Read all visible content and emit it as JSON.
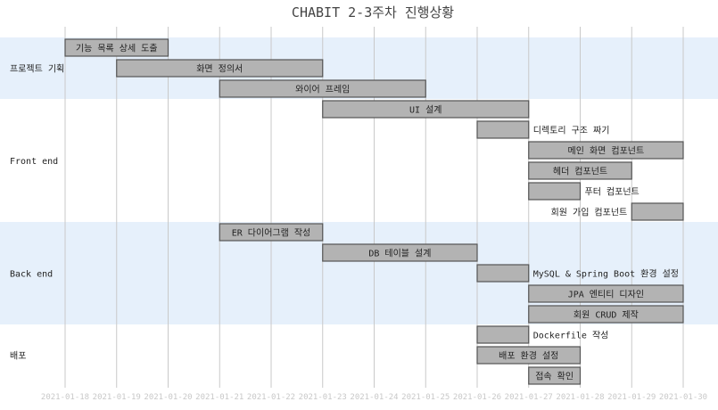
{
  "chart_data": {
    "type": "gantt",
    "title": "CHABIT 2-3주차 진행상황",
    "x_ticks": [
      "2021-01-18",
      "2021-01-19",
      "2021-01-20",
      "2021-01-21",
      "2021-01-22",
      "2021-01-23",
      "2021-01-24",
      "2021-01-25",
      "2021-01-26",
      "2021-01-27",
      "2021-01-28",
      "2021-01-29",
      "2021-01-30"
    ],
    "xlim": [
      "2021-01-18",
      "2021-01-30"
    ],
    "grid": true,
    "colors": {
      "bar_fill": "#b3b3b3",
      "bar_stroke": "#555555",
      "band_fill": "#e6f0fb",
      "grid": "#c9c9c9"
    },
    "sections": [
      {
        "name": "프로젝트 기획",
        "shaded": true,
        "tasks": [
          {
            "label": "기능 목록 상세 도출",
            "start": "2021-01-18",
            "end": "2021-01-20",
            "label_pos": "inside"
          },
          {
            "label": "화면 정의서",
            "start": "2021-01-19",
            "end": "2021-01-23",
            "label_pos": "inside"
          },
          {
            "label": "와이어 프레임",
            "start": "2021-01-21",
            "end": "2021-01-25",
            "label_pos": "inside"
          }
        ]
      },
      {
        "name": "Front end",
        "shaded": false,
        "tasks": [
          {
            "label": "UI 설계",
            "start": "2021-01-23",
            "end": "2021-01-27",
            "label_pos": "inside"
          },
          {
            "label": "디렉토리 구조 짜기",
            "start": "2021-01-26",
            "end": "2021-01-27",
            "label_pos": "right"
          },
          {
            "label": "메인 화면 컴포넌트",
            "start": "2021-01-27",
            "end": "2021-01-30",
            "label_pos": "inside"
          },
          {
            "label": "헤더 컴포넌트",
            "start": "2021-01-27",
            "end": "2021-01-29",
            "label_pos": "inside"
          },
          {
            "label": "푸터 컴포넌트",
            "start": "2021-01-27",
            "end": "2021-01-28",
            "label_pos": "right"
          },
          {
            "label": "회원 가입 컴포넌트",
            "start": "2021-01-29",
            "end": "2021-01-30",
            "label_pos": "left"
          }
        ]
      },
      {
        "name": "Back end",
        "shaded": true,
        "tasks": [
          {
            "label": "ER 다이어그램 작성",
            "start": "2021-01-21",
            "end": "2021-01-23",
            "label_pos": "inside"
          },
          {
            "label": "DB 테이블 설계",
            "start": "2021-01-23",
            "end": "2021-01-26",
            "label_pos": "inside"
          },
          {
            "label": "MySQL & Spring Boot 환경 설정",
            "start": "2021-01-26",
            "end": "2021-01-27",
            "label_pos": "right"
          },
          {
            "label": "JPA 엔티티 디자인",
            "start": "2021-01-27",
            "end": "2021-01-30",
            "label_pos": "inside"
          },
          {
            "label": "회원 CRUD 제작",
            "start": "2021-01-27",
            "end": "2021-01-30",
            "label_pos": "inside"
          }
        ]
      },
      {
        "name": "배포",
        "shaded": false,
        "tasks": [
          {
            "label": "Dockerfile 작성",
            "start": "2021-01-26",
            "end": "2021-01-27",
            "label_pos": "right"
          },
          {
            "label": "배포 환경 설정",
            "start": "2021-01-26",
            "end": "2021-01-28",
            "label_pos": "inside"
          },
          {
            "label": "접속 확인",
            "start": "2021-01-27",
            "end": "2021-01-28",
            "label_pos": "inside"
          }
        ]
      }
    ]
  }
}
